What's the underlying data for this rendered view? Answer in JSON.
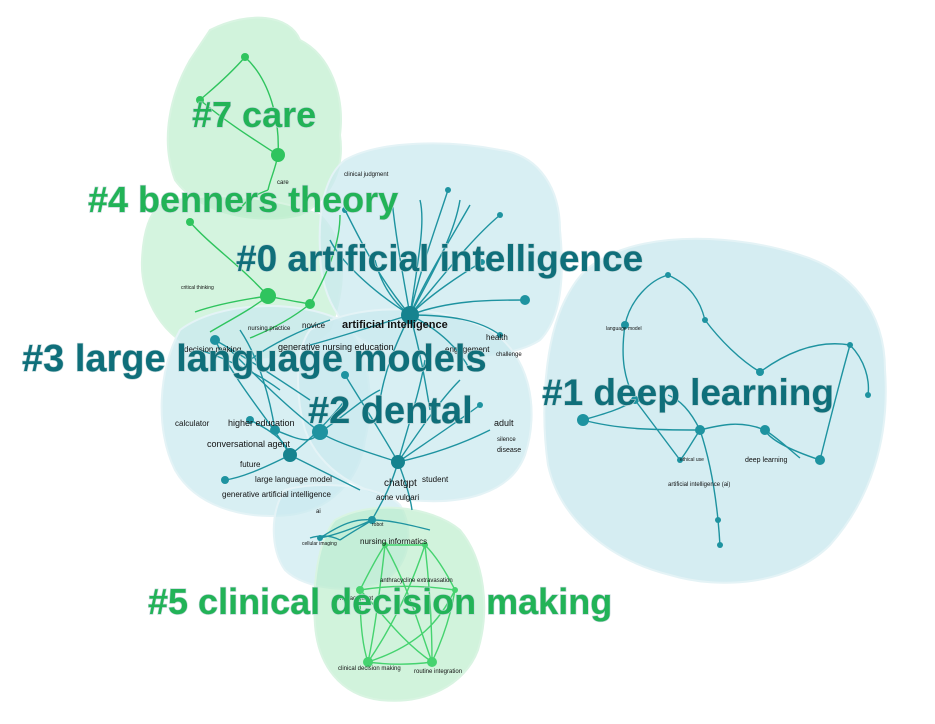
{
  "clusters": [
    {
      "id": "c7",
      "label": "#7 care",
      "color": "#22b357"
    },
    {
      "id": "c4",
      "label": "#4 benners theory",
      "color": "#22b357"
    },
    {
      "id": "c0",
      "label": "#0 artificial intelligence",
      "color": "#0f6f7a"
    },
    {
      "id": "c3",
      "label": "#3 large language models",
      "color": "#0f6f7a"
    },
    {
      "id": "c2",
      "label": "#2 dental",
      "color": "#0f6f7a"
    },
    {
      "id": "c1",
      "label": "#1 deep learning",
      "color": "#0f6f7a"
    },
    {
      "id": "c5",
      "label": "#5 clinical decision making",
      "color": "#22b357"
    }
  ],
  "keywords": [
    {
      "id": "k_ai",
      "text": "artificial intelligence"
    },
    {
      "id": "k_gen_nursing",
      "text": "generative    nursing education"
    },
    {
      "id": "k_engagement",
      "text": "engagement"
    },
    {
      "id": "k_health",
      "text": "health"
    },
    {
      "id": "k_challenge",
      "text": "challenge"
    },
    {
      "id": "k_novice",
      "text": "novice"
    },
    {
      "id": "k_nursing_practice",
      "text": "nursing practice"
    },
    {
      "id": "k_decision_making",
      "text": "decision making"
    },
    {
      "id": "k_clinical_judgment",
      "text": "clinical judgment"
    },
    {
      "id": "k_care",
      "text": "care"
    },
    {
      "id": "k_critical_thinking",
      "text": "critical thinking"
    },
    {
      "id": "k_calculator",
      "text": "calculator"
    },
    {
      "id": "k_higher_education",
      "text": "higher education"
    },
    {
      "id": "k_conv_agent",
      "text": "conversational agent"
    },
    {
      "id": "k_future",
      "text": "future"
    },
    {
      "id": "k_llm",
      "text": "large language model"
    },
    {
      "id": "k_gen_ai",
      "text": "generative artificial intelligence"
    },
    {
      "id": "k_chatgpt",
      "text": "chatgpt"
    },
    {
      "id": "k_student",
      "text": "student"
    },
    {
      "id": "k_acne",
      "text": "acne vulgari"
    },
    {
      "id": "k_adult",
      "text": "adult"
    },
    {
      "id": "k_disease",
      "text": "disease"
    },
    {
      "id": "k_silence",
      "text": "silence"
    },
    {
      "id": "k_nursing_info",
      "text": "nursing informatics"
    },
    {
      "id": "k_cellular",
      "text": "cellular imaging"
    },
    {
      "id": "k_ai_lower",
      "text": "ai"
    },
    {
      "id": "k_robot",
      "text": "robot"
    },
    {
      "id": "k_anthracycline",
      "text": "anthracycline extravasation"
    },
    {
      "id": "k_management",
      "text": "management"
    },
    {
      "id": "k_clinical_dm",
      "text": "clinical decision making"
    },
    {
      "id": "k_routine",
      "text": "routine integration"
    },
    {
      "id": "k_language_model",
      "text": "language model"
    },
    {
      "id": "k_deep_learning",
      "text": "deep learning"
    },
    {
      "id": "k_ethical_use",
      "text": "ethical use"
    },
    {
      "id": "k_ai_paren",
      "text": "artificial intelligence (ai)"
    }
  ]
}
